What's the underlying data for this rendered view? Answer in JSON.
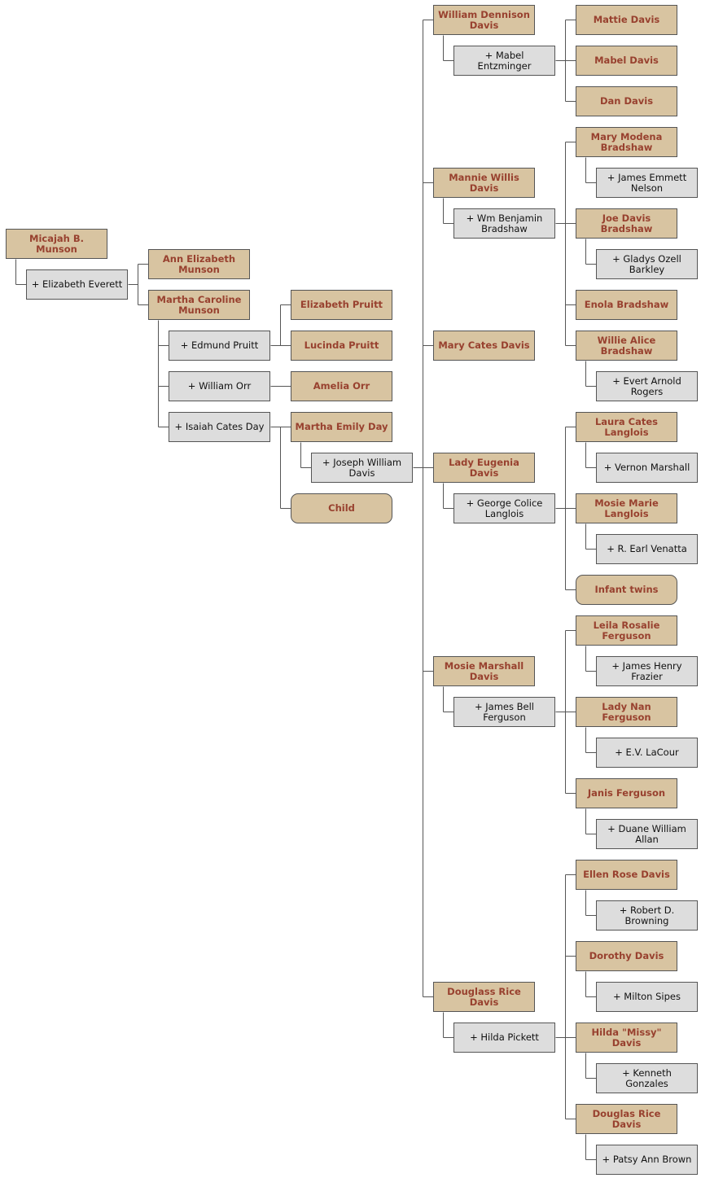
{
  "colors": {
    "person_fill": "#d8c4a1",
    "person_text": "#98412f",
    "spouse_fill": "#dddddd",
    "spouse_text": "#111111",
    "line": "#555555"
  },
  "people": [
    {
      "id": "micajah",
      "text": "Micajah B. Munson",
      "kind": "person"
    },
    {
      "id": "elizabeth_everett",
      "text": "+ Elizabeth Everett",
      "kind": "spouse"
    },
    {
      "id": "ann_elizabeth",
      "text": "Ann Elizabeth Munson",
      "kind": "person"
    },
    {
      "id": "martha_caroline",
      "text": "Martha Caroline Munson",
      "kind": "person"
    },
    {
      "id": "edmund_pruitt",
      "text": "+ Edmund Pruitt",
      "kind": "spouse"
    },
    {
      "id": "elizabeth_pruitt",
      "text": "Elizabeth Pruitt",
      "kind": "person"
    },
    {
      "id": "lucinda_pruitt",
      "text": "Lucinda Pruitt",
      "kind": "person"
    },
    {
      "id": "william_orr",
      "text": "+ William Orr",
      "kind": "spouse"
    },
    {
      "id": "amelia_orr",
      "text": "Amelia Orr",
      "kind": "person"
    },
    {
      "id": "isaiah_day",
      "text": "+ Isaiah Cates Day",
      "kind": "spouse"
    },
    {
      "id": "martha_emily",
      "text": "Martha Emily Day",
      "kind": "person"
    },
    {
      "id": "joseph_davis",
      "text": "+ Joseph William Davis",
      "kind": "spouse"
    },
    {
      "id": "child",
      "text": "Child",
      "kind": "person",
      "rounded": true
    },
    {
      "id": "william_dennison",
      "text": "William Dennison Davis",
      "kind": "person"
    },
    {
      "id": "mabel_entzminger",
      "text": "+ Mabel Entzminger",
      "kind": "spouse"
    },
    {
      "id": "mattie",
      "text": "Mattie Davis",
      "kind": "person"
    },
    {
      "id": "mabel_davis",
      "text": "Mabel Davis",
      "kind": "person"
    },
    {
      "id": "dan",
      "text": "Dan Davis",
      "kind": "person"
    },
    {
      "id": "mannie",
      "text": "Mannie Willis Davis",
      "kind": "person"
    },
    {
      "id": "wm_bradshaw",
      "text": "+ Wm Benjamin Bradshaw",
      "kind": "spouse"
    },
    {
      "id": "mary_modena",
      "text": "Mary Modena Bradshaw",
      "kind": "person"
    },
    {
      "id": "james_nelson",
      "text": "+ James Emmett Nelson",
      "kind": "spouse"
    },
    {
      "id": "joe_bradshaw",
      "text": "Joe Davis Bradshaw",
      "kind": "person"
    },
    {
      "id": "gladys",
      "text": "+ Gladys Ozell Barkley",
      "kind": "spouse"
    },
    {
      "id": "enola",
      "text": "Enola Bradshaw",
      "kind": "person"
    },
    {
      "id": "mary_cates",
      "text": "Mary Cates Davis",
      "kind": "person"
    },
    {
      "id": "willie_alice",
      "text": "Willie Alice Bradshaw",
      "kind": "person"
    },
    {
      "id": "evert",
      "text": "+ Evert Arnold Rogers",
      "kind": "spouse"
    },
    {
      "id": "laura",
      "text": "Laura Cates Langlois",
      "kind": "person"
    },
    {
      "id": "lady_eugenia",
      "text": "Lady Eugenia Davis",
      "kind": "person"
    },
    {
      "id": "vernon",
      "text": "+ Vernon Marshall",
      "kind": "spouse"
    },
    {
      "id": "george",
      "text": "+ George Colice Langlois",
      "kind": "spouse"
    },
    {
      "id": "mosie_marie",
      "text": "Mosie Marie Langlois",
      "kind": "person"
    },
    {
      "id": "earl",
      "text": "+ R. Earl Venatta",
      "kind": "spouse"
    },
    {
      "id": "infant_twins",
      "text": "Infant twins",
      "kind": "person",
      "rounded": true
    },
    {
      "id": "leila",
      "text": "Leila Rosalie Ferguson",
      "kind": "person"
    },
    {
      "id": "mosie_marshall",
      "text": "Mosie Marshall Davis",
      "kind": "person"
    },
    {
      "id": "james_frazier",
      "text": "+ James Henry Frazier",
      "kind": "spouse"
    },
    {
      "id": "james_bell",
      "text": "+ James Bell Ferguson",
      "kind": "spouse"
    },
    {
      "id": "lady_nan",
      "text": "Lady Nan Ferguson",
      "kind": "person"
    },
    {
      "id": "ev",
      "text": "+ E.V. LaCour",
      "kind": "spouse"
    },
    {
      "id": "janis",
      "text": "Janis Ferguson",
      "kind": "person"
    },
    {
      "id": "duane",
      "text": "+ Duane William Allan",
      "kind": "spouse"
    },
    {
      "id": "ellen",
      "text": "Ellen Rose Davis",
      "kind": "person"
    },
    {
      "id": "robert",
      "text": "+ Robert D. Browning",
      "kind": "spouse"
    },
    {
      "id": "dorothy",
      "text": "Dorothy Davis",
      "kind": "person"
    },
    {
      "id": "milton",
      "text": "+ Milton Sipes",
      "kind": "spouse"
    },
    {
      "id": "douglass_rice",
      "text": "Douglass Rice Davis",
      "kind": "person"
    },
    {
      "id": "hilda_pickett",
      "text": "+ Hilda Pickett",
      "kind": "spouse"
    },
    {
      "id": "hilda_missy",
      "text": "Hilda \"Missy\" Davis",
      "kind": "person"
    },
    {
      "id": "kenneth",
      "text": "+ Kenneth Gonzales",
      "kind": "spouse"
    },
    {
      "id": "douglas_rice",
      "text": "Douglas Rice Davis",
      "kind": "person"
    },
    {
      "id": "patsy",
      "text": "+ Patsy Ann Brown",
      "kind": "spouse"
    }
  ]
}
